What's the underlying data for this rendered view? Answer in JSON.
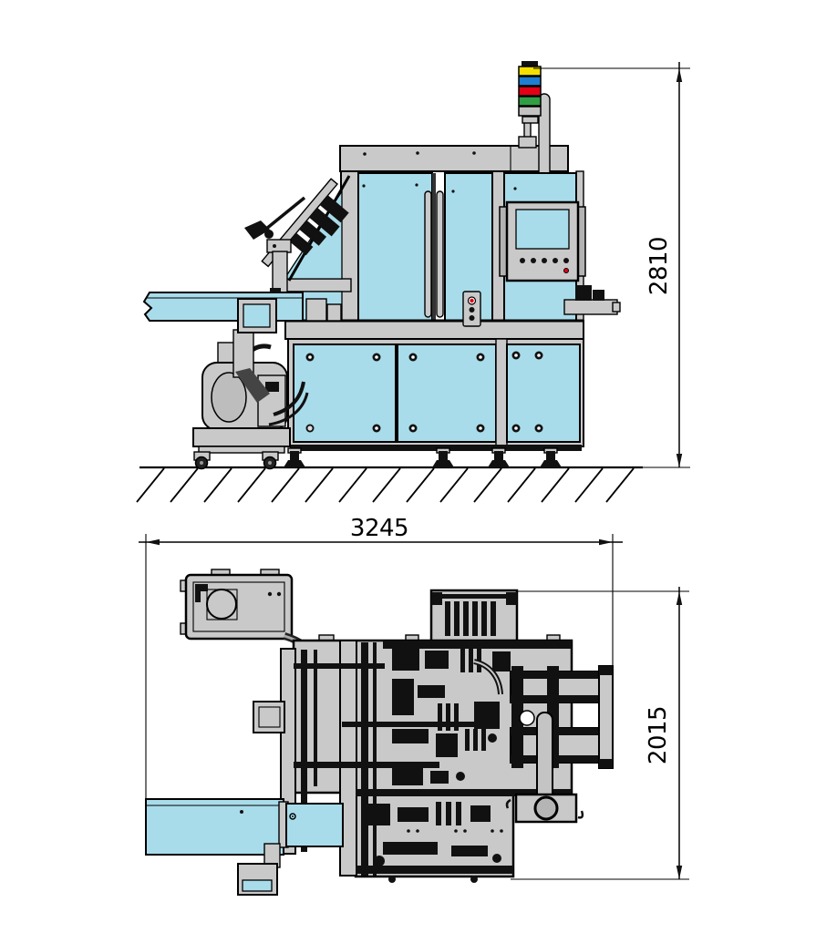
{
  "dimensions": {
    "side_height": "2810",
    "plan_width": "3245",
    "plan_depth": "2015"
  },
  "colors": {
    "panel": "#a9dcea",
    "frame": "#c9c9c9",
    "dark": "#111111",
    "tower_yellow": "#f5e000",
    "tower_blue": "#1e7fd0",
    "tower_red": "#e30016",
    "tower_green": "#2f9e44",
    "tower_gray": "#c2c2c2"
  }
}
